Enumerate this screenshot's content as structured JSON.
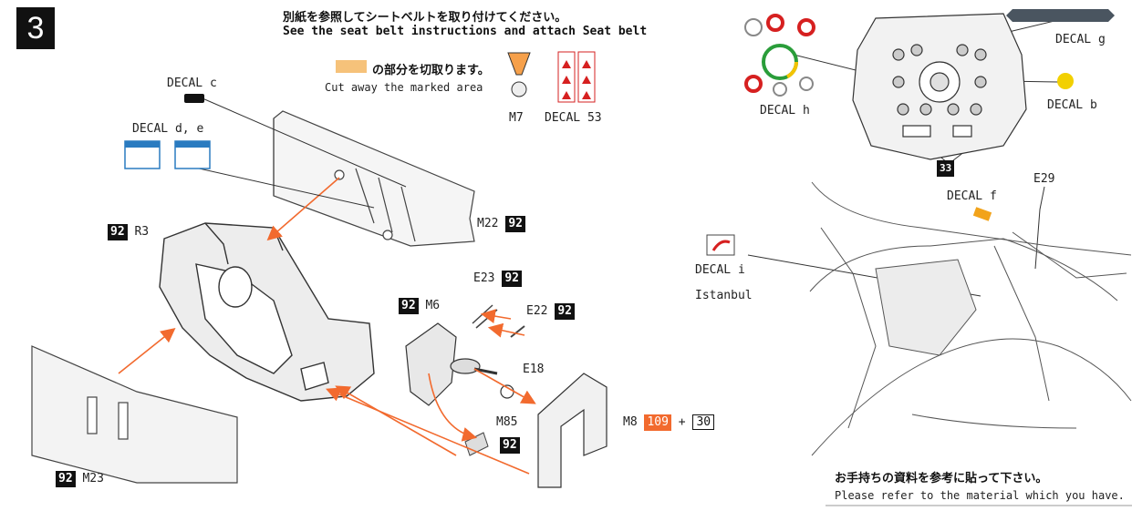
{
  "step": "3",
  "instructions": {
    "jp": "別紙を参照してシートベルトを取り付けてください。",
    "en": "See the seat belt instructions and attach Seat belt"
  },
  "cut": {
    "jp": "の部分を切取ります。",
    "en": "Cut away the marked area",
    "m7": "M7",
    "decal53": "DECAL 53"
  },
  "decals": {
    "c": "DECAL c",
    "de": "DECAL d, e",
    "h": "DECAL h",
    "g": "DECAL g",
    "b": "DECAL b",
    "f": "DECAL f",
    "i": "DECAL i",
    "istanbul": "Istanbul"
  },
  "parts": {
    "r3_num": "92",
    "r3": "R3",
    "m22": "M22",
    "m22_num": "92",
    "e23": "E23",
    "e23_num": "92",
    "m6_num": "92",
    "m6": "M6",
    "e22": "E22",
    "e22_num": "92",
    "e18": "E18",
    "m85": "M85",
    "m85_num": "92",
    "m8": "M8",
    "m8_a": "109",
    "plus": "+",
    "m8_b": "30",
    "m23_num": "92",
    "m23": "M23",
    "p33": "33",
    "e29": "E29"
  },
  "footer": {
    "jp": "お手持ちの資料を参考に貼って下さい。",
    "en": "Please refer to the material which you have."
  },
  "colors": {
    "accent": "#f26a2e",
    "dark": "#111111",
    "line": "#333333"
  }
}
